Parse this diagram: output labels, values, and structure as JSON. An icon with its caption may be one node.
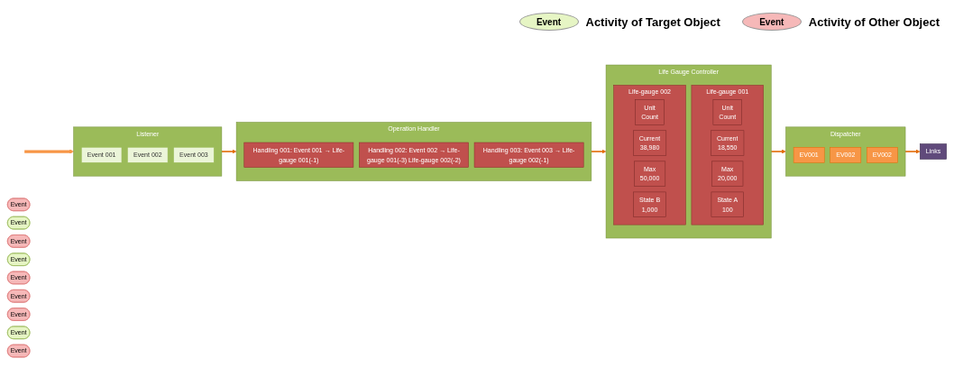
{
  "diagram": {
    "nodes": [
      {
        "text": [
          "Event"
        ]
      },
      {
        "text": [
          "Event"
        ]
      },
      {
        "text": [
          "Event"
        ]
      },
      {
        "text": [
          "Event"
        ]
      },
      {
        "text": [
          "Event"
        ]
      },
      {
        "text": [
          "Event"
        ]
      },
      {
        "text": [
          "Event"
        ]
      },
      {
        "text": [
          "Event"
        ]
      },
      {
        "text": [
          "Event"
        ]
      },
      {
        "text": [
          "Listener"
        ]
      },
      {
        "text": [
          "Event 001"
        ],
        "in": 9
      },
      {
        "text": [
          "Event 002"
        ],
        "in": 9
      },
      {
        "text": [
          "Event 003"
        ],
        "in": 9
      },
      {
        "text": [
          "Operation Handler"
        ]
      },
      {
        "text": [
          "Handling 001: Event 001 → Life-gauge 001(-1)"
        ],
        "in": 13
      },
      {
        "text": [
          "Handling 002: Event 002 → Life-gauge 001(-3) Life-gauge 002(-2)"
        ],
        "in": 13
      },
      {
        "text": [
          "Handling 003: Event 003 → Life-gauge 002(-1)"
        ],
        "in": 13
      },
      {
        "text": [
          "Life Gauge Controller"
        ]
      },
      {
        "text": [
          "Life-gauge 001"
        ],
        "in": 17
      },
      {
        "text": [
          "Unit",
          "Count"
        ],
        "in": 18
      },
      {
        "text": [
          "Current",
          "18,550"
        ],
        "in": 18
      },
      {
        "text": [
          "Max",
          "20,000"
        ],
        "in": 18
      },
      {
        "text": [
          "State A",
          "100"
        ],
        "in": 18
      },
      {
        "text": [
          "Life-gauge 002"
        ],
        "in": 17
      },
      {
        "text": [
          "Unit",
          "Count"
        ],
        "in": 23
      },
      {
        "text": [
          "Current",
          "38,980"
        ],
        "in": 23
      },
      {
        "text": [
          "Max",
          "50,000"
        ],
        "in": 23
      },
      {
        "text": [
          "State B",
          "1,000"
        ],
        "in": 23
      },
      {
        "text": [
          "Dispatcher"
        ]
      },
      {
        "text": [
          "EV001"
        ],
        "in": 28
      },
      {
        "text": [
          "EV002"
        ],
        "in": 28
      },
      {
        "text": [
          "EV002"
        ],
        "in": 28
      },
      {
        "text": [
          "Links"
        ]
      }
    ],
    "edges": [
      {
        "from": null,
        "to": 9,
        "arrow": "to",
        "style": "thick",
        "color": "#f79646"
      },
      {
        "from": 9,
        "to": 13,
        "arrow": "to"
      },
      {
        "from": 13,
        "to": 17,
        "arrow": "to"
      },
      {
        "from": 17,
        "to": 28,
        "arrow": "to"
      },
      {
        "from": 28,
        "to": 32,
        "arrow": "to"
      }
    ],
    "labels": [
      "Event",
      "Event"
    ],
    "legend": [
      {
        "text": "Activity of Target Object",
        "color": "#e6f5c4"
      },
      {
        "text": "Activity of Other Object",
        "color": "#f6b8b8"
      }
    ]
  }
}
